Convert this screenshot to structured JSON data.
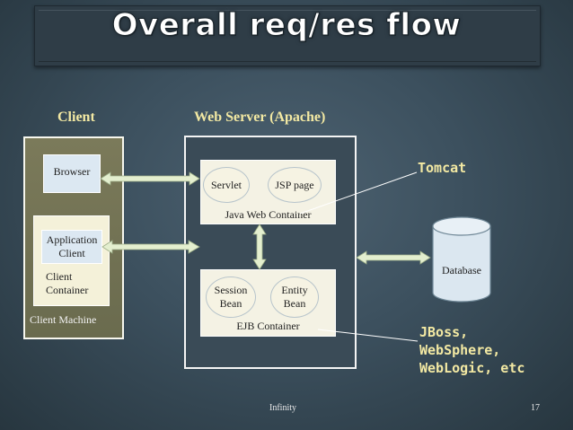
{
  "slide": {
    "title": "Overall req/res flow",
    "footer_center": "Infinity",
    "page_number": "17"
  },
  "client": {
    "heading": "Client",
    "browser": "Browser",
    "application_client_line1": "Application",
    "application_client_line2": "Client",
    "container_line1": "Client",
    "container_line2": "Container",
    "machine": "Client Machine"
  },
  "web_server": {
    "heading": "Web Server (Apache)",
    "servlet": "Servlet",
    "jsp_page": "JSP page",
    "java_web_container": "Java Web Container",
    "session_bean_line1": "Session",
    "session_bean_line2": "Bean",
    "entity_bean_line1": "Entity",
    "entity_bean_line2": "Bean",
    "ejb_container": "EJB Container"
  },
  "database": {
    "label": "Database"
  },
  "notes": {
    "tomcat": "Tomcat",
    "ejb_servers": "JBoss,\nWebSphere,\nWebLogic, etc"
  },
  "colors": {
    "accent_label": "#f3e9a3",
    "arrow_fill": "#e4efcf",
    "client_box": "#6f7052"
  }
}
